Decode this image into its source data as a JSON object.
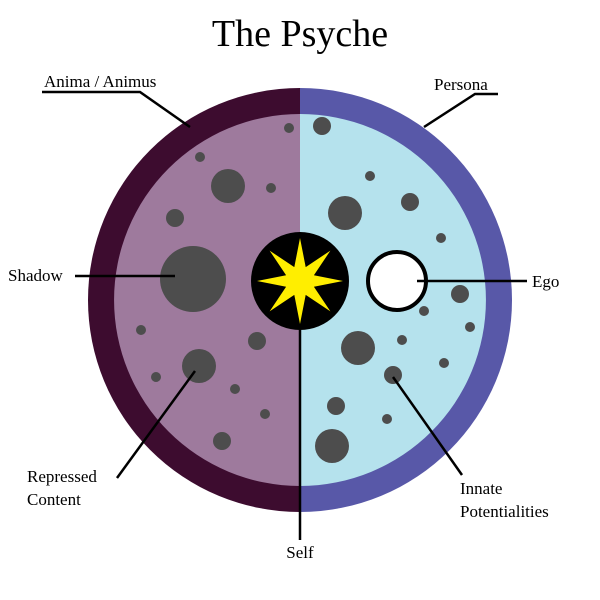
{
  "title": "The Psyche",
  "labels": {
    "anima_animus": "Anima / Animus",
    "persona": "Persona",
    "shadow": "Shadow",
    "ego": "Ego",
    "repressed_content_line1": "Repressed",
    "repressed_content_line2": "Content",
    "innate_potentialities_line1": "Innate",
    "innate_potentialities_line2": "Potentialities",
    "self": "Self"
  },
  "colors": {
    "anima_animus_ring": "#3d0c2f",
    "persona_ring": "#5858a8",
    "unconscious_field": "#9e7a9d",
    "conscious_field": "#b5e2ed",
    "content_dots": "#4d4d4d",
    "self_disc": "#000000",
    "self_star": "#ffee00",
    "ego_fill": "#ffffff",
    "ego_stroke": "#000000"
  },
  "icons": {
    "self": "sun-star-icon",
    "ego": "ring-icon"
  }
}
